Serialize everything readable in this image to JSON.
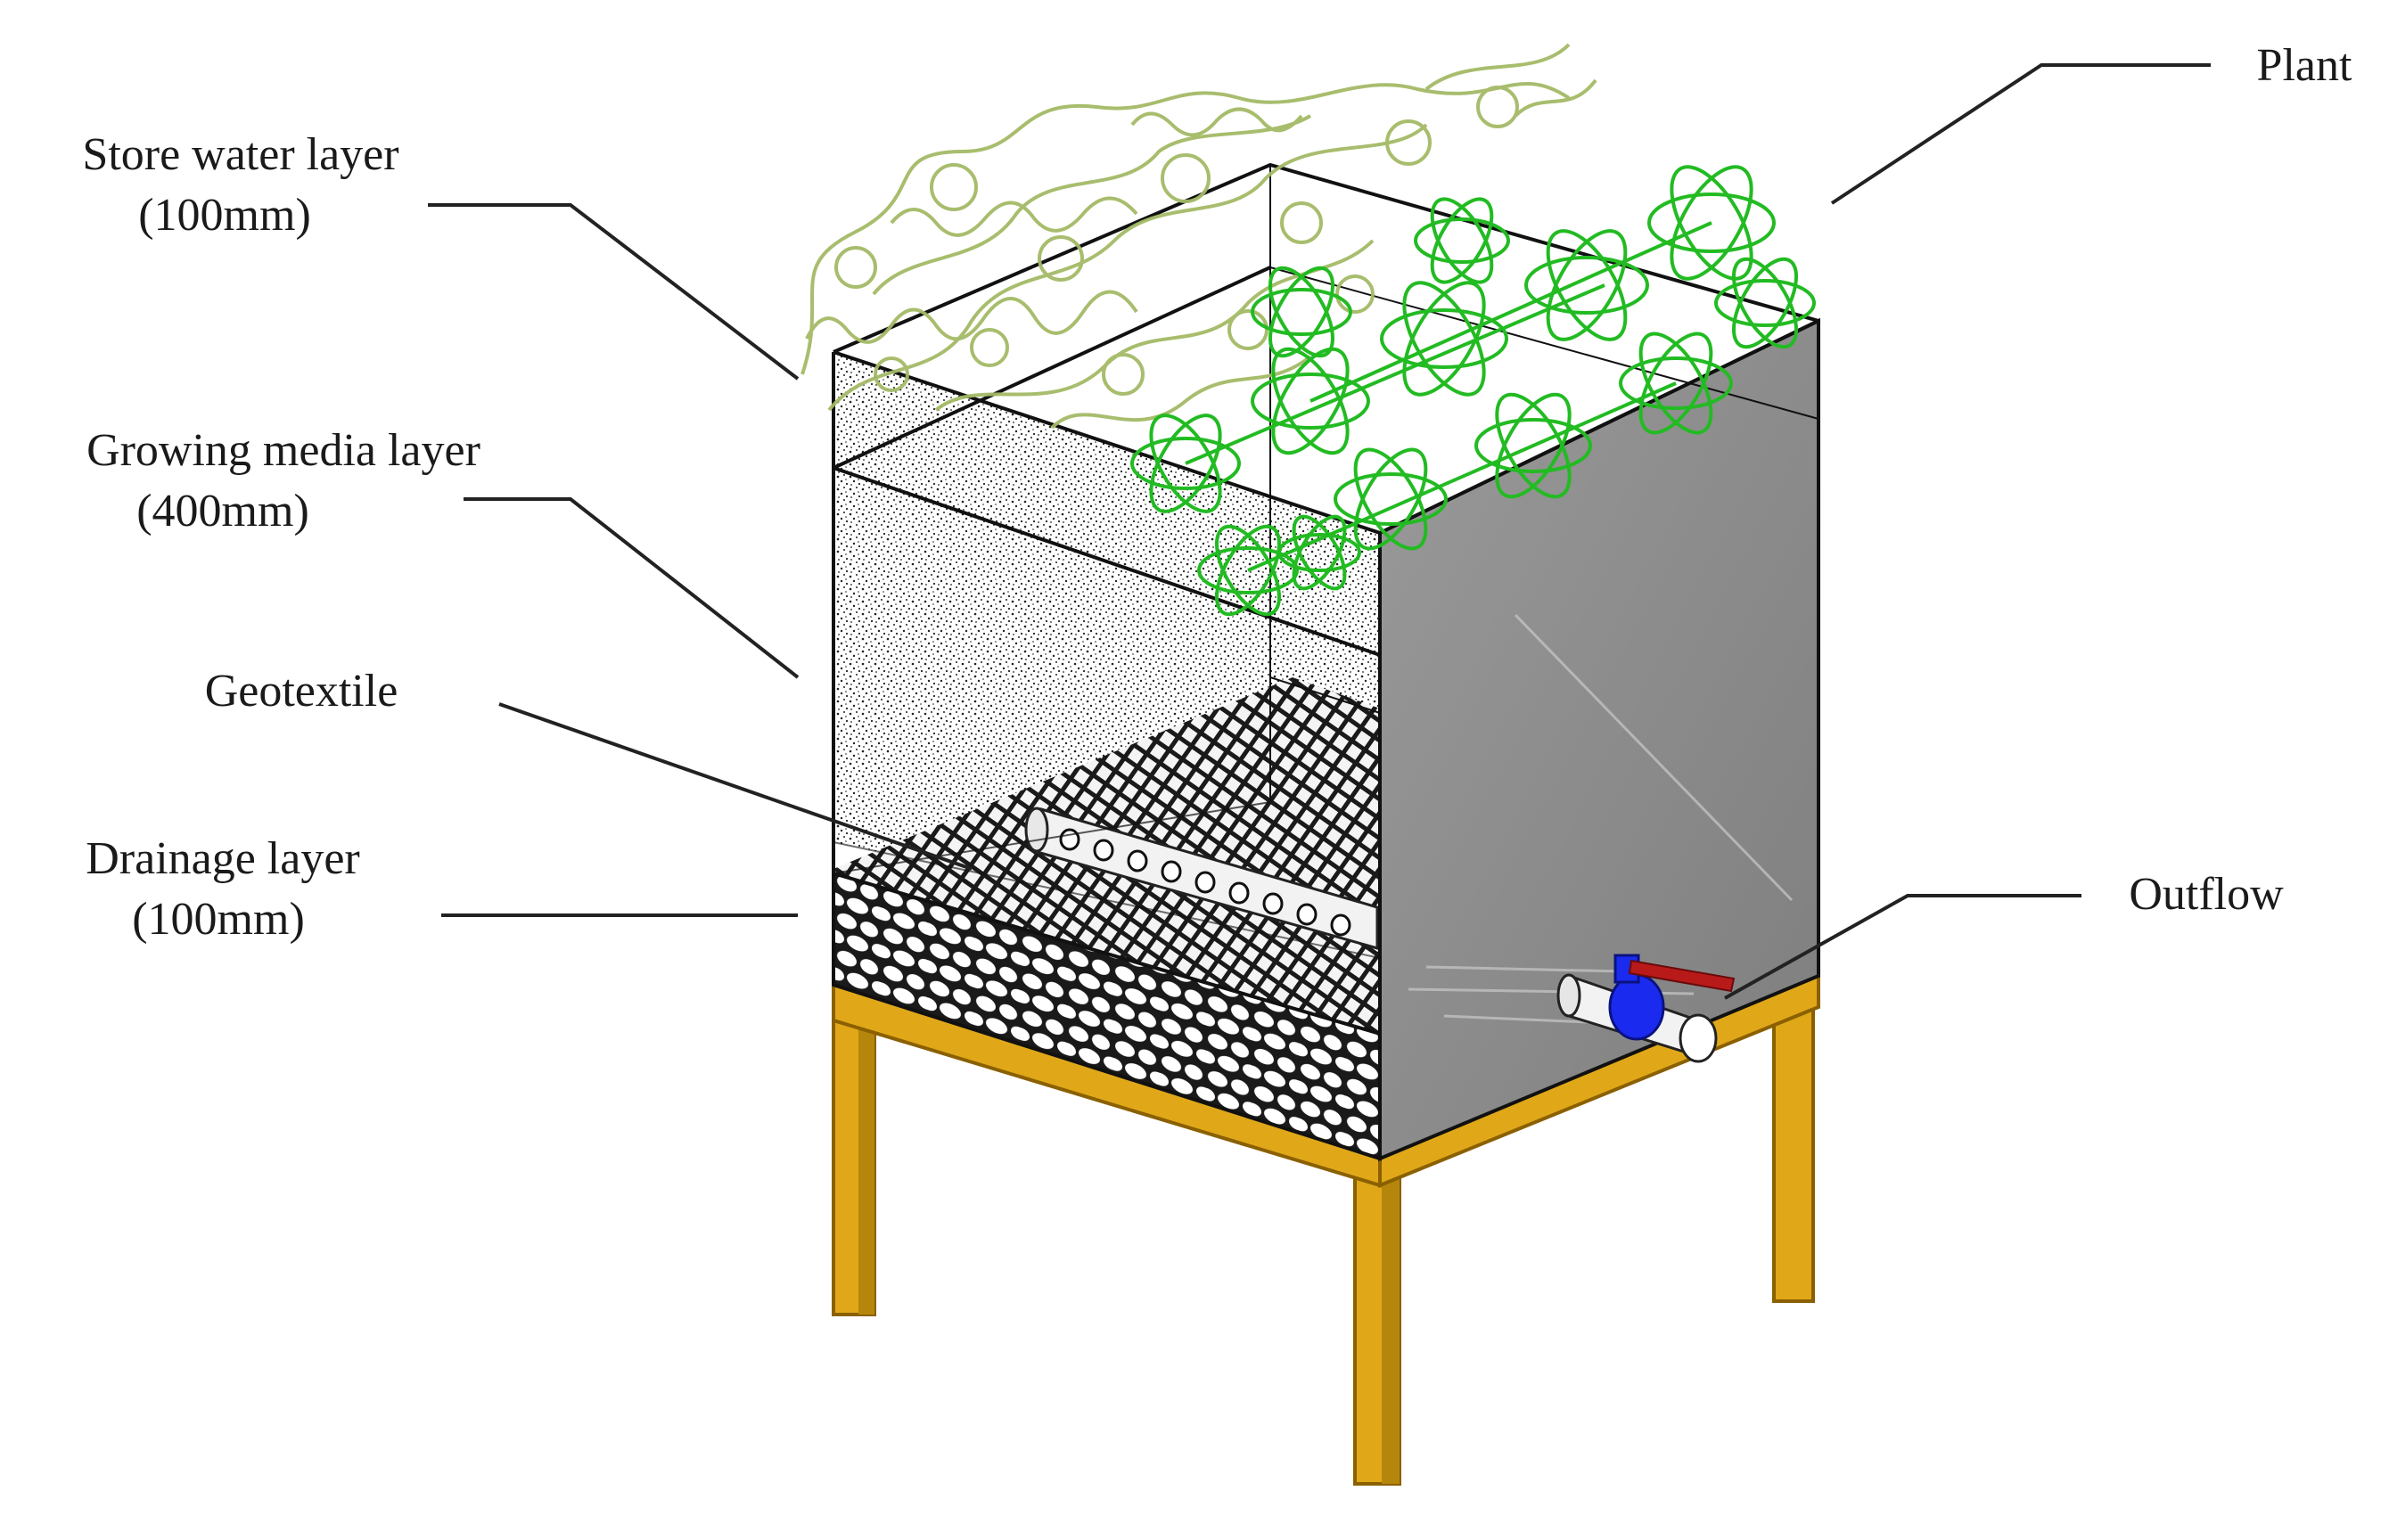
{
  "labels": {
    "store_water": {
      "line1": "Store water layer",
      "line2": "(100mm)"
    },
    "growing_media": {
      "line1": "Growing media layer",
      "line2": "(400mm)"
    },
    "geotextile": "Geotextile",
    "drainage": {
      "line1": "Drainage layer",
      "line2": "(100mm)"
    },
    "plant": "Plant",
    "outflow": "Outflow"
  },
  "colors": {
    "frame_wood": "#e0a818",
    "frame_wood_dark": "#9a6c08",
    "side_wall": "#8c8c8c",
    "plant_dense": "#22bb22",
    "plant_light": "#a4ba66",
    "valve": "#1a2aee",
    "valve_handle": "#b81a1a",
    "pipe": "#f2f2f2"
  },
  "icons": {
    "plant": "plant-foliage-icon",
    "pipe": "perforated-pipe-icon",
    "valve": "ball-valve-icon"
  }
}
